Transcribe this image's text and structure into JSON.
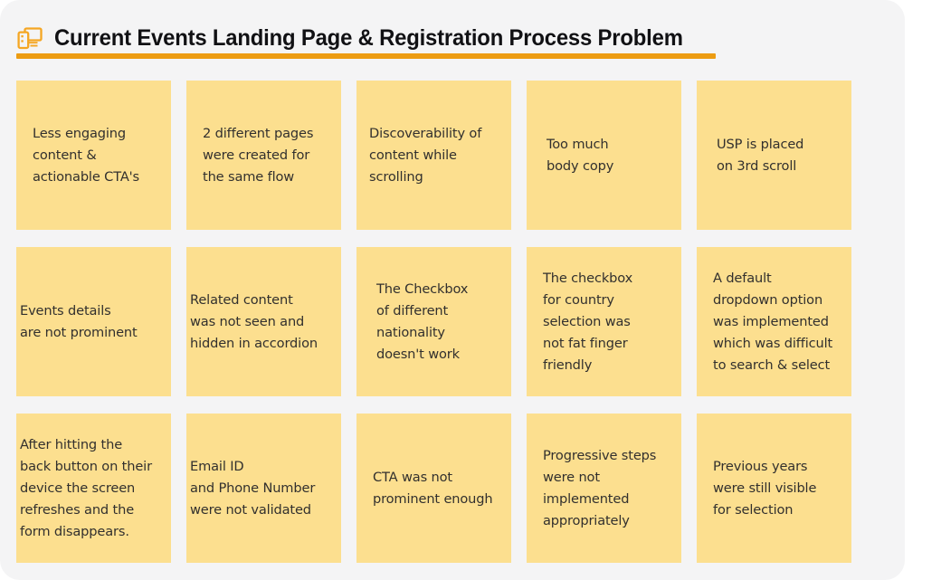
{
  "page": {
    "background_color": "#ffffff",
    "panel_color": "#f4f4f5"
  },
  "header": {
    "icon": "responsive-devices-icon",
    "icon_color": "#f5a623",
    "title": "Current Events Landing Page & Registration Process Problem",
    "title_color": "#111114",
    "rule_color": "#ec9c12"
  },
  "board": {
    "note_color": "#fcdf8f",
    "note_text_color": "#32302e",
    "columns": 5,
    "rows": 3,
    "notes": [
      {
        "id": "note-1",
        "text": "Less engaging\ncontent &\nactionable CTA's"
      },
      {
        "id": "note-2",
        "text": "2 different pages\nwere created for\nthe same flow"
      },
      {
        "id": "note-3",
        "text": "Discoverability of\ncontent while\nscrolling"
      },
      {
        "id": "note-4",
        "text": "Too much\n body copy"
      },
      {
        "id": "note-5",
        "text": "USP is placed\non 3rd scroll"
      },
      {
        "id": "note-6",
        "text": "Events details\nare not prominent"
      },
      {
        "id": "note-7",
        "text": "Related content\nwas not seen and\nhidden in accordion"
      },
      {
        "id": "note-8",
        "text": "The Checkbox\nof different\nnationality\ndoesn't work"
      },
      {
        "id": "note-9",
        "text": "The checkbox\nfor country\nselection was\nnot fat finger\nfriendly"
      },
      {
        "id": "note-10",
        "text": "A default\ndropdown option\nwas implemented\nwhich was difficult\nto search & select"
      },
      {
        "id": "note-11",
        "text": "After hitting the\nback button on their\ndevice the screen\nrefreshes and the\nform disappears."
      },
      {
        "id": "note-12",
        "text": "Email ID\nand Phone Number\nwere not validated"
      },
      {
        "id": "note-13",
        "text": "CTA was not\nprominent enough"
      },
      {
        "id": "note-14",
        "text": "Progressive steps\nwere not\nimplemented\nappropriately"
      },
      {
        "id": "note-15",
        "text": "Previous years\nwere still visible\nfor selection"
      }
    ]
  }
}
